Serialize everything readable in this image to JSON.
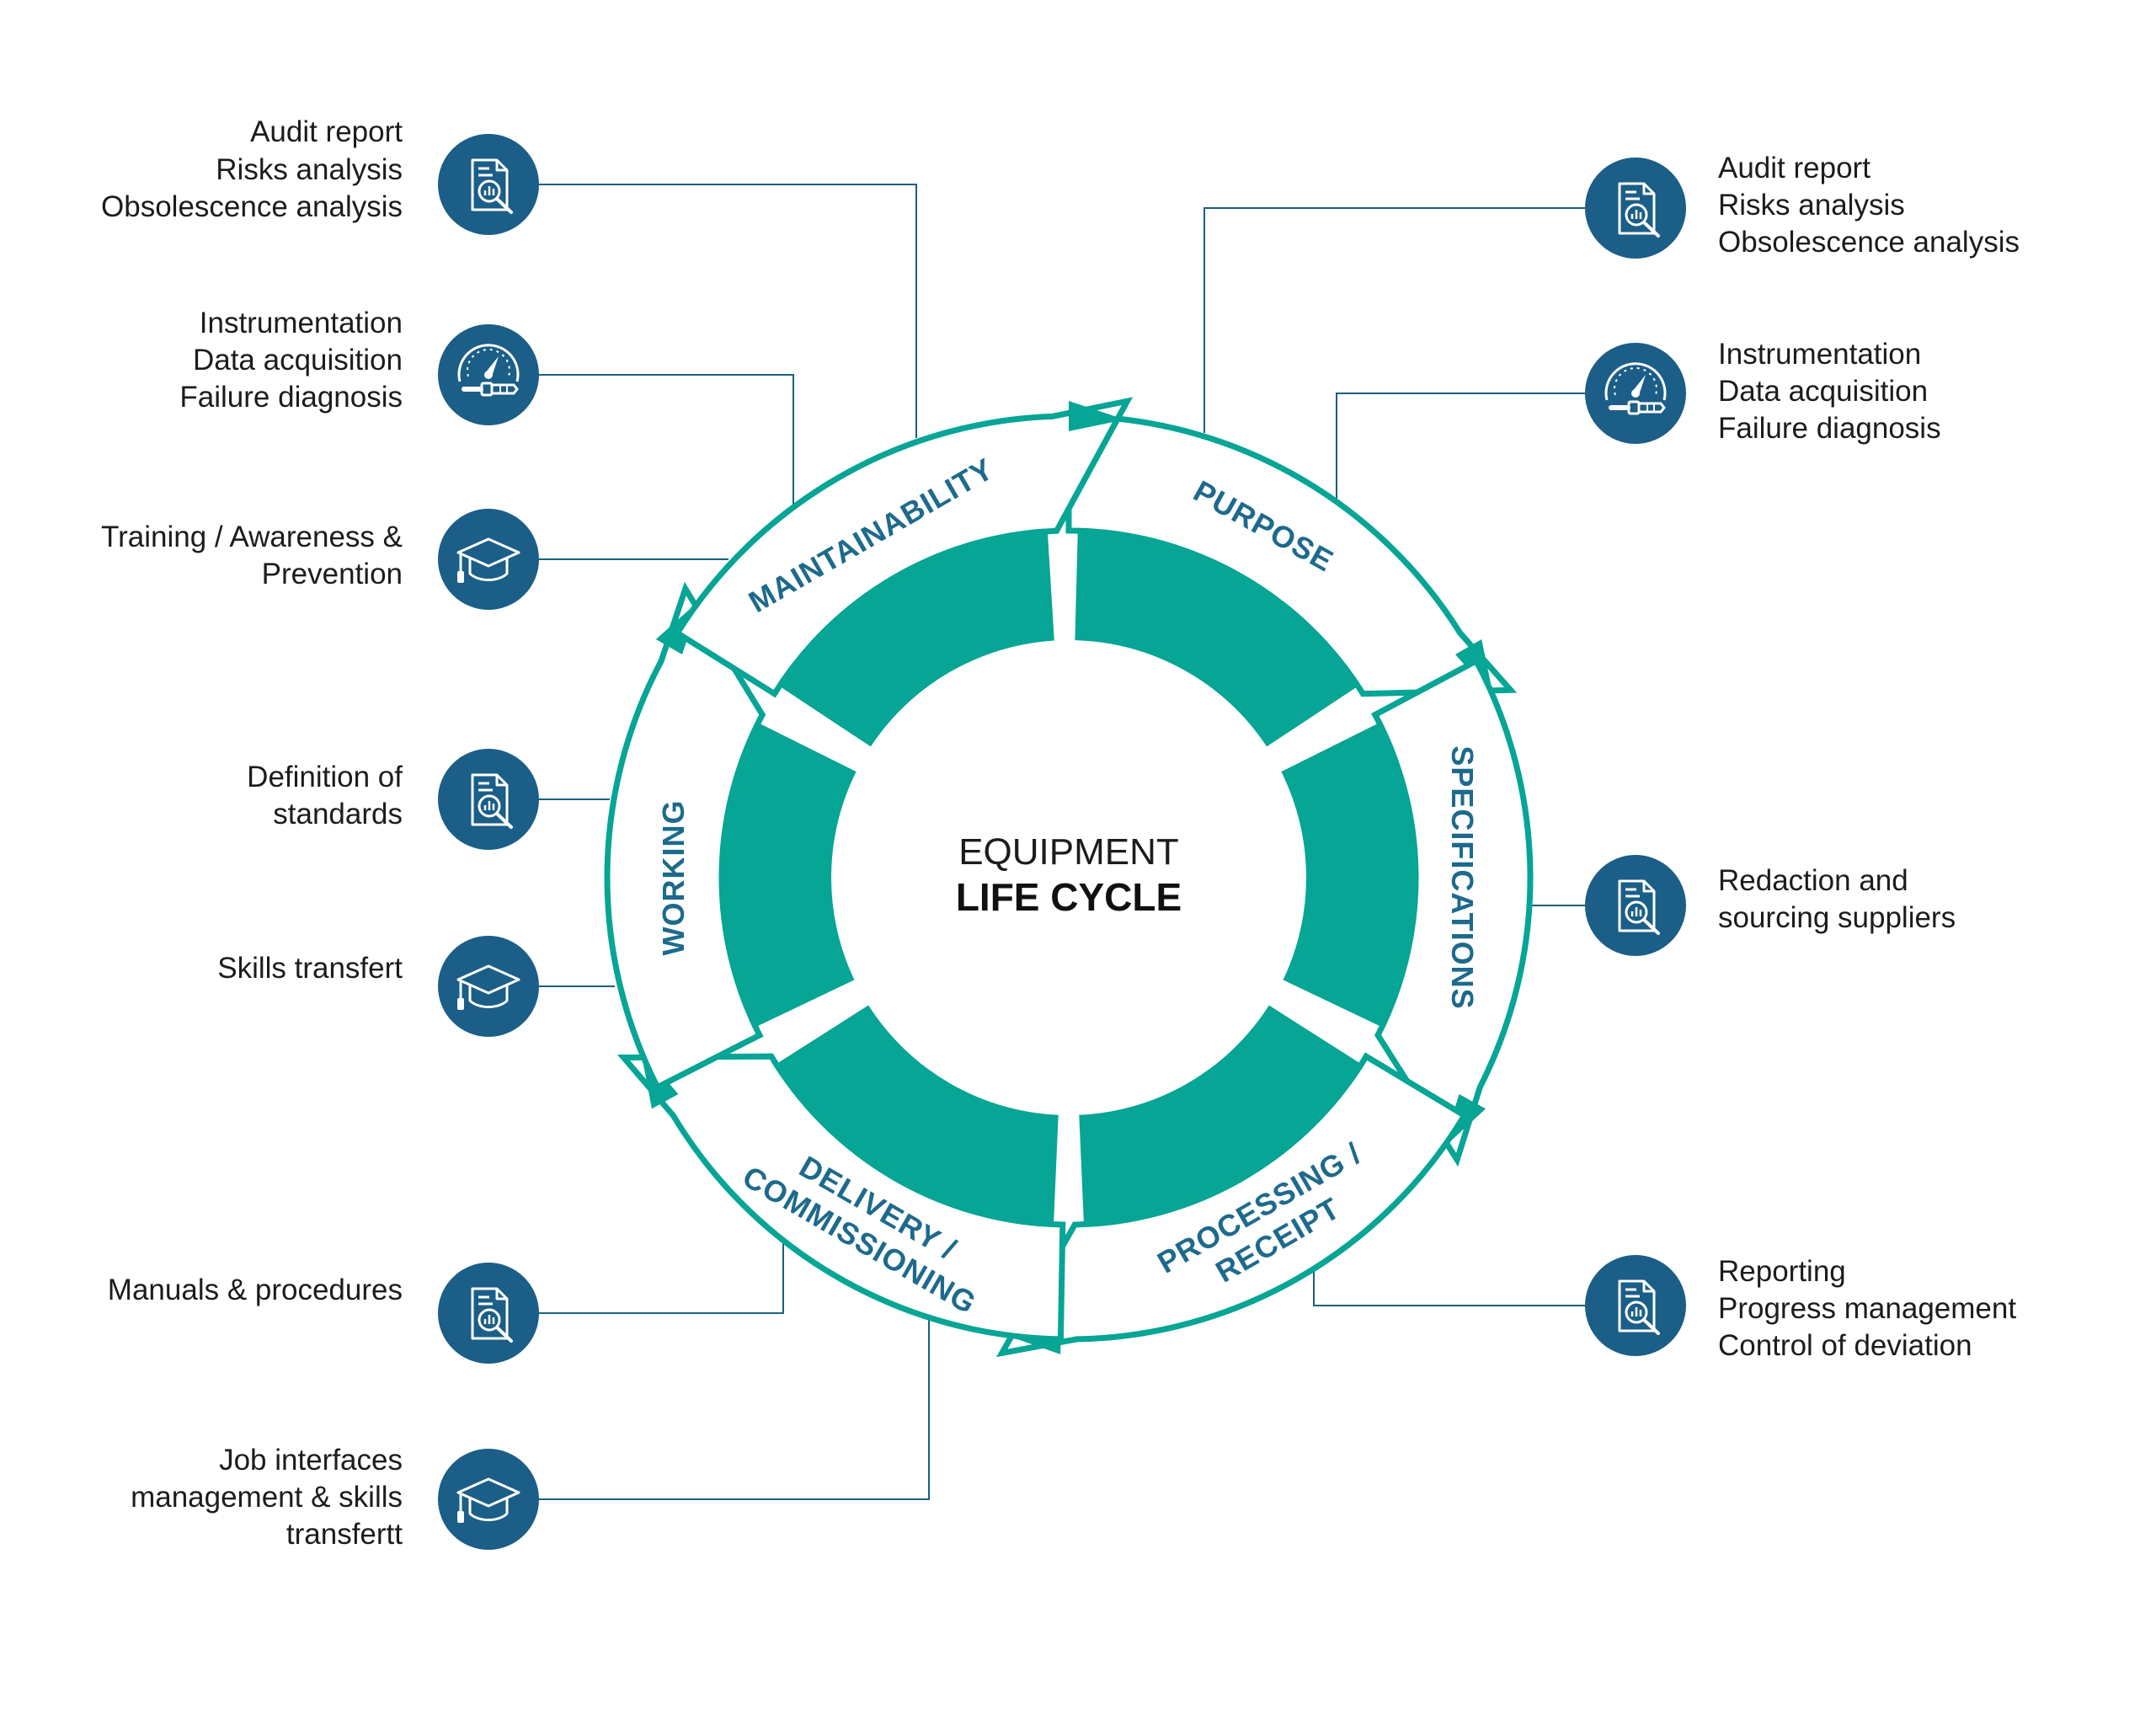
{
  "center": {
    "line1": "EQUIPMENT",
    "line2": "LIFE CYCLE"
  },
  "colors": {
    "teal": "#06a595",
    "navy": "#1b5e87",
    "segment_text": "#1d6a8c",
    "line": "#1d5f80"
  },
  "segments": [
    {
      "lines": [
        "PURPOSE"
      ]
    },
    {
      "lines": [
        "SPECIFICATIONS"
      ]
    },
    {
      "lines": [
        "PROCESSING /",
        "RECEIPT"
      ]
    },
    {
      "lines": [
        "DELIVERY /",
        "COMMISSIONING"
      ]
    },
    {
      "lines": [
        "WORKING"
      ]
    },
    {
      "lines": [
        "MAINTAINABILITY"
      ]
    }
  ],
  "callouts": [
    {
      "side": "left",
      "icon": "report-icon",
      "lines": [
        "Audit report",
        "Risks analysis",
        "Obsolescence analysis"
      ]
    },
    {
      "side": "left",
      "icon": "gauge-icon",
      "lines": [
        "Instrumentation",
        "Data acquisition",
        "Failure diagnosis"
      ]
    },
    {
      "side": "left",
      "icon": "graduation-cap-icon",
      "lines": [
        "Training / Awareness &",
        "Prevention"
      ]
    },
    {
      "side": "left",
      "icon": "report-icon",
      "lines": [
        "Definition of",
        "standards"
      ]
    },
    {
      "side": "left",
      "icon": "graduation-cap-icon",
      "lines": [
        "Skills transfert"
      ]
    },
    {
      "side": "left",
      "icon": "report-icon",
      "lines": [
        "Manuals & procedures"
      ]
    },
    {
      "side": "left",
      "icon": "graduation-cap-icon",
      "lines": [
        "Job interfaces",
        "management & skills",
        "transfertt"
      ]
    },
    {
      "side": "right",
      "icon": "report-icon",
      "lines": [
        "Audit report",
        "Risks analysis",
        "Obsolescence analysis"
      ]
    },
    {
      "side": "right",
      "icon": "gauge-icon",
      "lines": [
        "Instrumentation",
        "Data acquisition",
        "Failure diagnosis"
      ]
    },
    {
      "side": "right",
      "icon": "report-icon",
      "lines": [
        "Redaction and",
        "sourcing suppliers"
      ]
    },
    {
      "side": "right",
      "icon": "report-icon",
      "lines": [
        "Reporting",
        "Progress management",
        "Control of deviation"
      ]
    }
  ]
}
